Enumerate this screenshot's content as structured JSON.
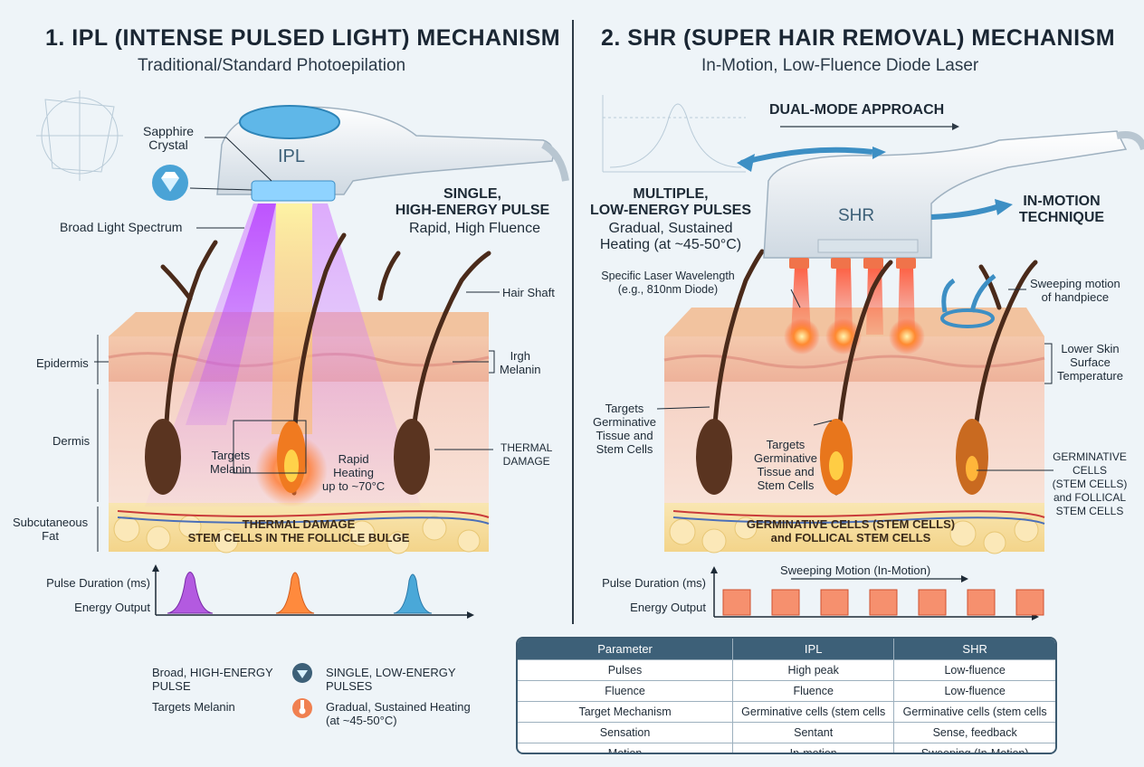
{
  "left": {
    "title": "1. IPL (INTENSE PULSED LIGHT) MECHANISM",
    "subtitle": "Traditional/Standard Photoepilation",
    "device_label": "IPL",
    "sapphire_label": "Sapphire\nCrystal",
    "broad_spectrum_label": "Broad Light Spectrum",
    "pulse_heading": "SINGLE,\nHIGH-ENERGY PULSE",
    "pulse_sub": "Rapid, High Fluence",
    "hair_shaft": "Hair Shaft",
    "epidermis": "Epidermis",
    "high_melanin": "Irgh\nMelanin",
    "dermis": "Dermis",
    "subcutaneous": "Subcutaneous\nFat",
    "targets_melanin": "Targets\nMelanin",
    "rapid_heating": "Rapid\nHeating\nup to ~70°C",
    "thermal_damage_side": "THERMAL\nDAMAGE",
    "bottom_banner": "THERMAL DAMAGE\nSTEM CELLS IN THE FOLLICLE BULGE",
    "graph_y1": "Pulse Duration (ms)",
    "graph_y2": "Energy Output"
  },
  "right": {
    "title": "2. SHR (SUPER HAIR REMOVAL) MECHANISM",
    "subtitle": "In-Motion, Low-Fluence Diode Laser",
    "dual_mode": "DUAL-MODE APPROACH",
    "device_label": "SHR",
    "multiple_heading": "MULTIPLE,\nLOW-ENERGY PULSES",
    "multiple_sub": "Gradual, Sustained\nHeating (at ~45-50°C)",
    "in_motion": "IN-MOTION\nTECHNIQUE",
    "wavelength": "Specific Laser Wavelength\n(e.g., 810nm Diode)",
    "sweeping_handpiece": "Sweeping motion\nof handpiece",
    "lower_skin": "Lower Skin\nSurface\nTemperature",
    "targets_left": "Targets\nGerminative\nTissue and\nStem Cells",
    "targets_mid": "Targets\nGerminative\nTissue and\nStem Cells",
    "germinative_side": "GERMINATIVE\nCELLS\n(STEM CELLS)\nand FOLLICAL\nSTEM CELLS",
    "bottom_banner": "GERMINATIVE CELLS (STEM CELLS)\nand FOLLICAL STEM CELLS",
    "graph_title": "Sweeping Motion (In-Motion)",
    "graph_y1": "Pulse Duration (ms)",
    "graph_y2": "Energy Output"
  },
  "legend": {
    "item1_title": "Broad, HIGH-ENERGY\nPULSE",
    "item1_sub": "Targets Melanin",
    "item2_title": "SINGLE, LOW-ENERGY\nPULSES",
    "item3_title": "Gradual, Sustained Heating\n(at ~45-50°C)"
  },
  "table": {
    "headers": [
      "Parameter",
      "IPL",
      "SHR"
    ],
    "rows": [
      [
        "Pulses",
        "High peak",
        "Low-fluence"
      ],
      [
        "Fluence",
        "Fluence",
        "Low-fluence"
      ],
      [
        "Target Mechanism",
        "Germinative cells (stem cells",
        "Germinative cells (stem cells"
      ],
      [
        "Sensation",
        "Sentant",
        "Sense, feedback"
      ],
      [
        "Motion",
        "In-motion",
        "Sweeping (In-Motion)"
      ]
    ]
  },
  "colors": {
    "skin_top": "#f3c7a8",
    "epidermis": "#eeb5a6",
    "dermis": "#f7dcd2",
    "fat": "#f7df9f",
    "hair": "#4a2a1a",
    "ipl_purple": "#a040e0",
    "laser_red": "#f05a3a",
    "table_header": "#3d6078"
  },
  "chart_data": [
    {
      "type": "line",
      "title": "",
      "ylabel": "Energy Output",
      "xlabel": "Pulse Duration (ms)",
      "series": [
        {
          "name": "",
          "peaks": 3,
          "peak_height": 1.0
        }
      ]
    },
    {
      "type": "bar",
      "title": "Sweeping Motion (In-Motion)",
      "ylabel": "Energy Output",
      "xlabel": "Pulse Duration (ms)",
      "series": [
        {
          "name": "",
          "values": [
            1,
            1,
            1,
            1,
            1,
            1,
            1
          ]
        }
      ]
    }
  ]
}
